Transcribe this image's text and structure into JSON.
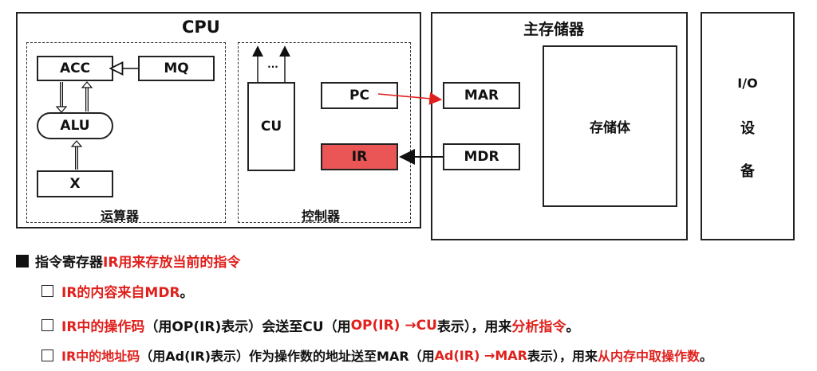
{
  "cpu": {
    "title": "CPU",
    "alu_group_label": "运算器",
    "ctrl_group_label": "控制器",
    "registers": {
      "acc": "ACC",
      "mq": "MQ",
      "alu": "ALU",
      "x": "X",
      "cu": "CU",
      "cu_dots": "...",
      "pc": "PC",
      "ir": "IR"
    }
  },
  "memory": {
    "title": "主存储器",
    "mar": "MAR",
    "mdr": "MDR",
    "body": "存储体"
  },
  "io": {
    "lines": [
      "I/O",
      "设",
      "备"
    ]
  },
  "colors": {
    "highlight": "#e0201c",
    "ir_fill": "#ea5556"
  },
  "notes": {
    "heading": [
      {
        "text": "指令寄存器",
        "red": false
      },
      {
        "text": "IR用来存放当前的指令",
        "red": true
      }
    ],
    "items": [
      [
        {
          "text": "IR的内容来自MDR",
          "red": true
        },
        {
          "text": "。",
          "red": false
        }
      ],
      [
        {
          "text": "IR中的操作码",
          "red": true
        },
        {
          "text": "（用OP(IR)表示）会送至CU（用",
          "red": false
        },
        {
          "text": "OP(IR) →CU",
          "red": true
        },
        {
          "text": "表示），用来",
          "red": false
        },
        {
          "text": "分析指令",
          "red": true
        },
        {
          "text": "。",
          "red": false
        }
      ],
      [
        {
          "text": "IR中的地址码",
          "red": true
        },
        {
          "text": "（用Ad(IR)表示）作为操作数的地址送至MAR（用",
          "red": false
        },
        {
          "text": "Ad(IR) →MAR",
          "red": true
        },
        {
          "text": "表示），用来",
          "red": false
        },
        {
          "text": "从内存中取操作数",
          "red": true
        },
        {
          "text": "。",
          "red": false
        }
      ]
    ]
  }
}
